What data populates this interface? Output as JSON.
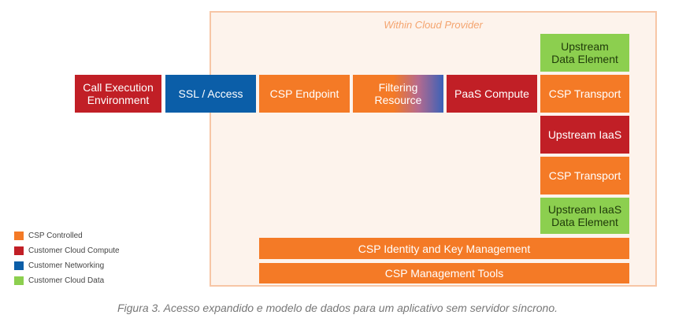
{
  "region_label": "Within Cloud Provider",
  "boxes": {
    "call_execution": "Call Execution\nEnvironment",
    "ssl_access": "SSL / Access",
    "csp_endpoint": "CSP Endpoint",
    "filtering_resource": "Filtering\nResource",
    "paas_compute": "PaaS Compute",
    "upstream_data_element": "Upstream\nData Element",
    "csp_transport_1": "CSP Transport",
    "upstream_iaas": "Upstream IaaS",
    "csp_transport_2": "CSP Transport",
    "upstream_iaas_data_element": "Upstream IaaS\nData Element",
    "csp_identity": "CSP Identity and Key Management",
    "csp_mgmt_tools": "CSP Management Tools"
  },
  "legend": [
    {
      "label": "CSP Controlled",
      "color": "#f47a26"
    },
    {
      "label": "Customer Cloud Compute",
      "color": "#c11f26"
    },
    {
      "label": "Customer Networking",
      "color": "#0b5ea8"
    },
    {
      "label": "Customer Cloud Data",
      "color": "#8ccf4f"
    }
  ],
  "caption": "Figura 3. Acesso expandido e modelo de dados para um aplicativo sem servidor síncrono."
}
